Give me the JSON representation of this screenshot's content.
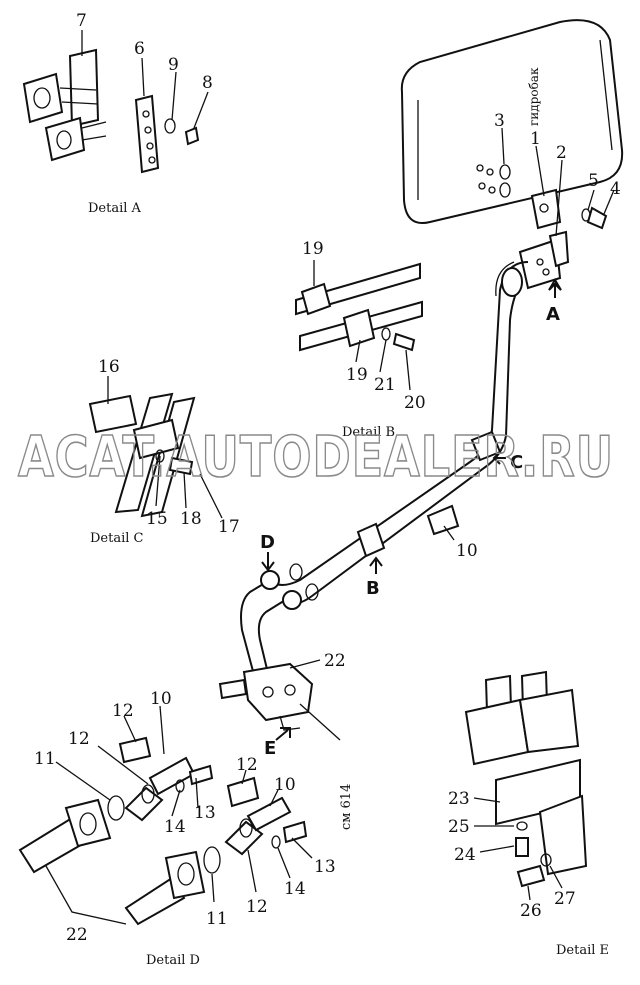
{
  "watermark": "ACAT.AUTODEALER.RU",
  "tank_label": "гидробак",
  "drawing_code": "см 614",
  "captions": {
    "detail_a": "Detail A",
    "detail_b": "Detail B",
    "detail_c": "Detail C",
    "detail_d": "Detail D",
    "detail_e": "Detail E"
  },
  "view_arrows": {
    "a": "A",
    "b": "B",
    "c": "C",
    "d": "D",
    "e": "E"
  },
  "part_numbers": {
    "p1": "1",
    "p2": "2",
    "p3": "3",
    "p4": "4",
    "p5": "5",
    "p6": "6",
    "p7": "7",
    "p8": "8",
    "p9": "9",
    "p10": "10",
    "p10b": "10",
    "p10c": "10",
    "p11": "11",
    "p11b": "11",
    "p12a": "12",
    "p12b": "12",
    "p12c": "12",
    "p12d": "12",
    "p13a": "13",
    "p13b": "13",
    "p14a": "14",
    "p14b": "14",
    "p15": "15",
    "p16": "16",
    "p17": "17",
    "p18": "18",
    "p19a": "19",
    "p19b": "19",
    "p20": "20",
    "p21": "21",
    "p22a": "22",
    "p22b": "22",
    "p23": "23",
    "p24": "24",
    "p25": "25",
    "p26": "26",
    "p27": "27"
  }
}
